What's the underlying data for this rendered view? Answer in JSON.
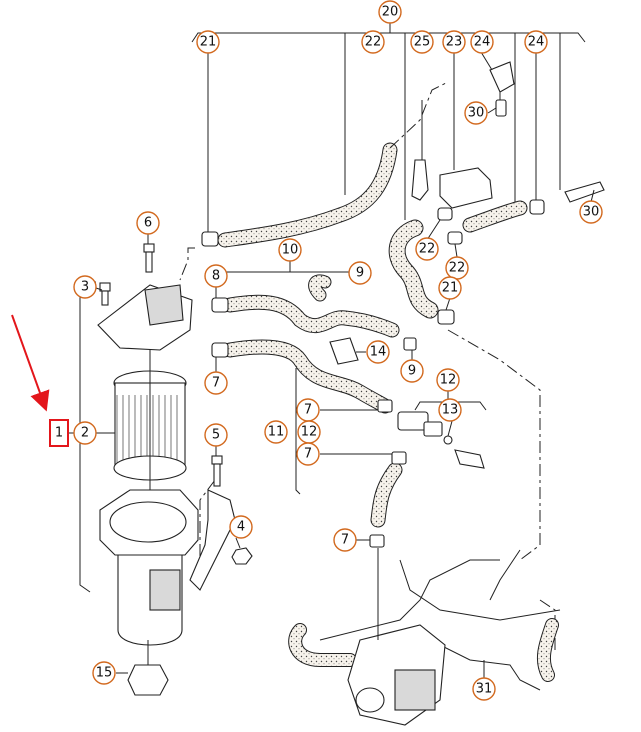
{
  "diagram": {
    "accent_color": "#d2691e",
    "highlight_color": "#e3161b",
    "highlighted_label": "1",
    "plain_labels": [
      {
        "id": "label-1",
        "text": "1"
      },
      {
        "id": "label-2",
        "text": "2"
      }
    ],
    "callouts": [
      {
        "id": "c20",
        "text": "20"
      },
      {
        "id": "c21a",
        "text": "21"
      },
      {
        "id": "c22a",
        "text": "22"
      },
      {
        "id": "c25",
        "text": "25"
      },
      {
        "id": "c23",
        "text": "23"
      },
      {
        "id": "c24a",
        "text": "24"
      },
      {
        "id": "c24b",
        "text": "24"
      },
      {
        "id": "c30a",
        "text": "30"
      },
      {
        "id": "c30b",
        "text": "30"
      },
      {
        "id": "c6",
        "text": "6"
      },
      {
        "id": "c22b",
        "text": "22"
      },
      {
        "id": "c22c",
        "text": "22"
      },
      {
        "id": "c10",
        "text": "10"
      },
      {
        "id": "c9a",
        "text": "9"
      },
      {
        "id": "c8",
        "text": "8"
      },
      {
        "id": "c3",
        "text": "3"
      },
      {
        "id": "c21b",
        "text": "21"
      },
      {
        "id": "c14",
        "text": "14"
      },
      {
        "id": "c7a",
        "text": "7"
      },
      {
        "id": "c9b",
        "text": "9"
      },
      {
        "id": "c12a",
        "text": "12"
      },
      {
        "id": "c7b",
        "text": "7"
      },
      {
        "id": "c13",
        "text": "13"
      },
      {
        "id": "c11",
        "text": "11"
      },
      {
        "id": "c12b",
        "text": "12"
      },
      {
        "id": "c5",
        "text": "5"
      },
      {
        "id": "c7c",
        "text": "7"
      },
      {
        "id": "c4",
        "text": "4"
      },
      {
        "id": "c7d",
        "text": "7"
      },
      {
        "id": "c15",
        "text": "15"
      },
      {
        "id": "c31",
        "text": "31"
      }
    ]
  }
}
